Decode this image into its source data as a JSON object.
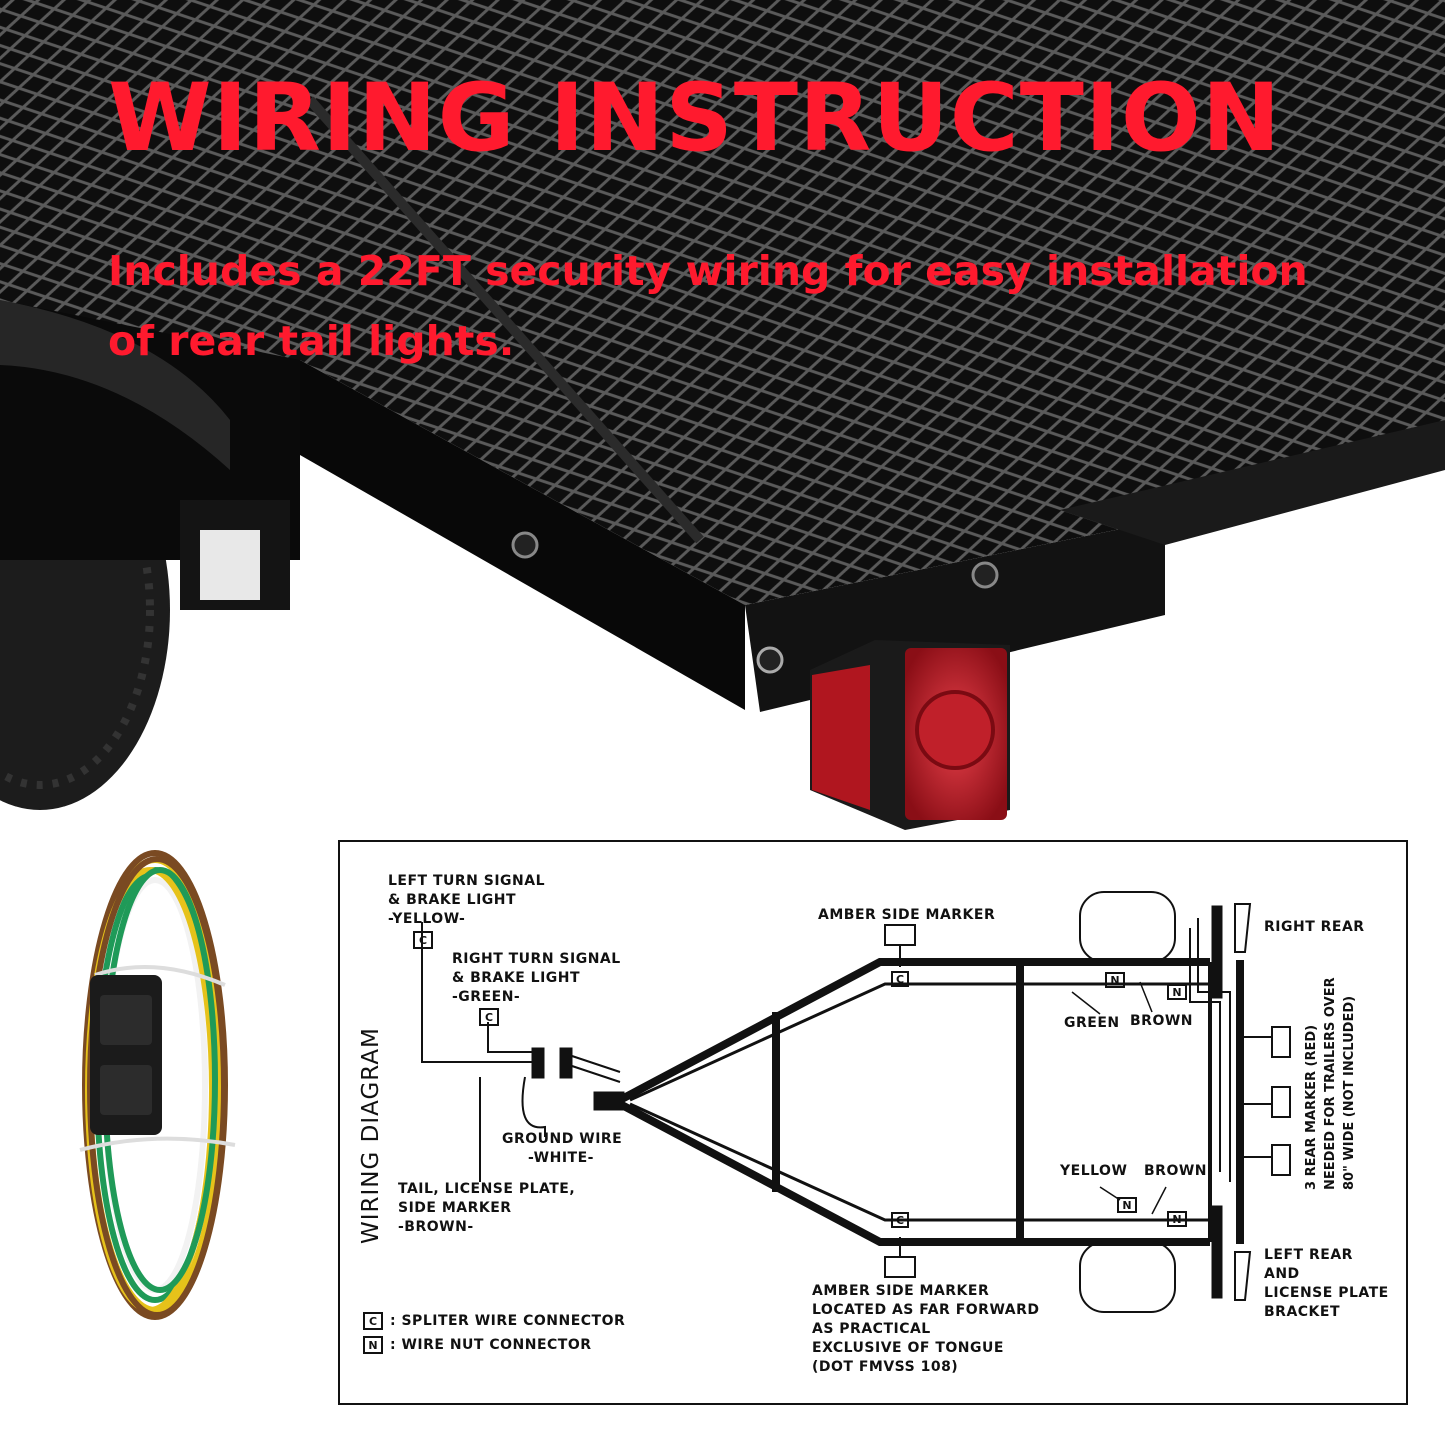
{
  "hero": {
    "title": "WIRING INSTRUCTION",
    "subtitle_line1": "Includes a 22FT security wiring for easy installation",
    "subtitle_line2": "of rear tail lights."
  },
  "colors": {
    "headline": "#ff1a2e",
    "trailer_frame": "#101010",
    "tail_light": "#c8202a",
    "wire_yellow": "#e6c21a",
    "wire_green": "#1f9a58",
    "wire_brown": "#7a4a22",
    "wire_white": "#f2f2f2"
  },
  "diagram": {
    "side_title": "WIRING DIAGRAM",
    "left_turn": [
      "LEFT TURN SIGNAL",
      "& BRAKE LIGHT",
      "-YELLOW-"
    ],
    "right_turn": [
      "RIGHT TURN SIGNAL",
      "& BRAKE LIGHT",
      "-GREEN-"
    ],
    "ground": [
      "GROUND WIRE",
      "-WHITE-"
    ],
    "tail": [
      "TAIL, LICENSE PLATE,",
      "SIDE MARKER",
      "-BROWN-"
    ],
    "amber_top": "AMBER SIDE MARKER",
    "amber_bottom": [
      "AMBER SIDE MARKER",
      "LOCATED AS FAR FORWARD",
      "AS PRACTICAL",
      "EXCLUSIVE OF TONGUE",
      "(DOT FMVSS 108)"
    ],
    "right_rear": "RIGHT REAR",
    "left_rear": [
      "LEFT REAR",
      "AND",
      "LICENSE PLATE",
      "BRACKET"
    ],
    "green_label": "GREEN",
    "brown_label_top": "BROWN",
    "yellow_label": "YELLOW",
    "brown_label_bottom": "BROWN",
    "rear_marker_note": [
      "3 REAR MARKER (RED)",
      "NEEDED FOR TRAILERS OVER",
      "80\" WIDE (NOT INCLUDED)"
    ],
    "connector_c": "C",
    "connector_n": "N",
    "legend_c": ": SPLITER WIRE CONNECTOR",
    "legend_n": ": WIRE NUT CONNECTOR"
  }
}
